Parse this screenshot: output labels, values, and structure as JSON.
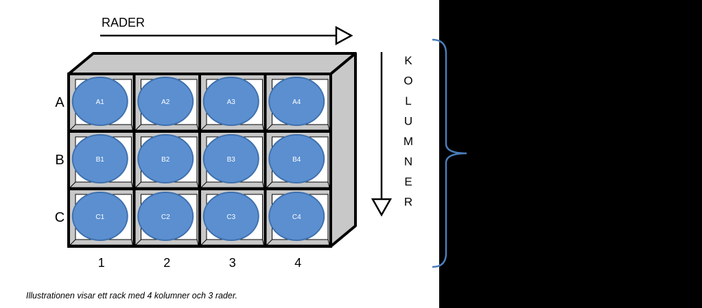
{
  "diagram": {
    "rows_title": "RADER",
    "columns_title": [
      "K",
      "O",
      "L",
      "U",
      "M",
      "N",
      "E",
      "R"
    ],
    "row_labels": [
      "A",
      "B",
      "C"
    ],
    "column_labels": [
      "1",
      "2",
      "3",
      "4"
    ],
    "cells": [
      [
        "A1",
        "A2",
        "A3",
        "A4"
      ],
      [
        "B1",
        "B2",
        "B3",
        "B4"
      ],
      [
        "C1",
        "C2",
        "C3",
        "C4"
      ]
    ],
    "caption": "Illustrationen visar ett rack med 4 kolumner och 3 rader.",
    "colors": {
      "circle_fill": "#5b8fd0",
      "circle_stroke": "#3f70ad",
      "rack_fill": "#c8c8c8",
      "bracket": "#4a7ebb"
    }
  }
}
